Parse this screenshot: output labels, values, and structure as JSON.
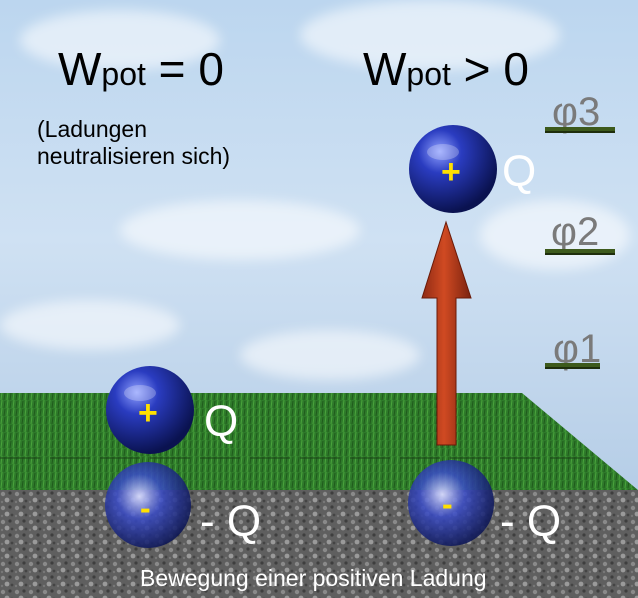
{
  "titles": {
    "left": {
      "main": "W",
      "sub": "pot",
      "relation": " = 0"
    },
    "right": {
      "main": "W",
      "sub": "pot",
      "relation": " > 0"
    }
  },
  "note": {
    "line1": "(Ladungen",
    "line2": "neutralisieren sich)"
  },
  "charges": {
    "plus_symbol": "+",
    "minus_symbol": "-",
    "left_positive_label": "Q",
    "left_negative_label": "- Q",
    "right_positive_label": "Q",
    "right_negative_label": "- Q"
  },
  "levels": {
    "phi1": "φ1",
    "phi2": "φ2",
    "phi3": "φ3"
  },
  "caption": "Bewegung einer positiven Ladung",
  "colors": {
    "grass": "#2f7a2a",
    "gravel": "#6a6a6a",
    "sphere": "#1c2b8c",
    "sign": "#ffe000",
    "arrow": "#b8381c",
    "level_line": "#3d5a1c"
  }
}
